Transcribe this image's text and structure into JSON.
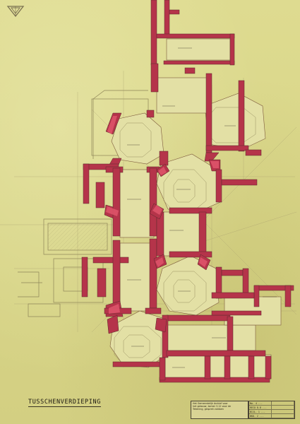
{
  "drawing": {
    "title": "TUSSCHENVERDIEPING",
    "note_lines": [
      "Het Gemeentelijk Archief voor",
      "het gebouw, kamer 3.12 voor de",
      "Tekening, gesprek voldoen"
    ],
    "table_cells": [
      "No. 4 ...",
      "",
      "RECU 8.8 ...",
      "",
      "BIJL. 1 ...",
      "",
      "BKD. 2 ...",
      ""
    ],
    "colors": {
      "paper": "#dbd88c",
      "wall_fill": "#b5344a",
      "wall_highlight": "#e0566c",
      "ink": "#5a3a2a",
      "pencil": "#9a9063"
    },
    "icons": [
      "monogram-logo"
    ]
  }
}
